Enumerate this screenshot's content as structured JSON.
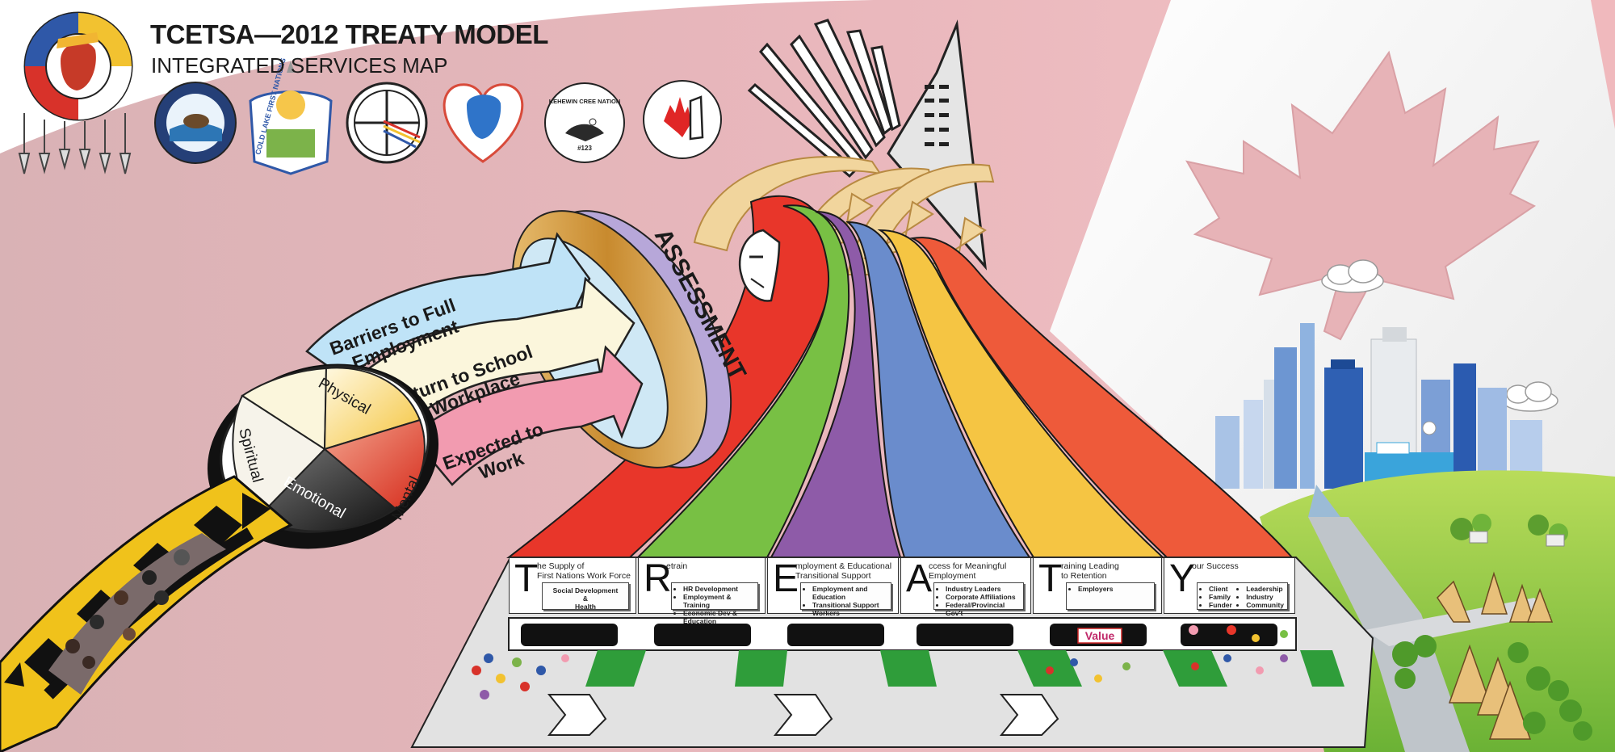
{
  "header": {
    "title": "TCETSA—2012 TREATY MODEL",
    "subtitle": "INTEGRATED SERVICES MAP"
  },
  "logos": {
    "nation_logo_text": "KEHEWIN CREE NATION",
    "nation_logo_number": "#123",
    "cold_lake_text": "COLD LAKE FIRST NATIONS"
  },
  "medicine_wheel": {
    "physical": "Physical",
    "spiritual": "Spiritual",
    "emotional": "Emotional",
    "mental": "Mental"
  },
  "arrows": {
    "barriers": [
      "Barriers to Full",
      "Employment"
    ],
    "return": [
      "Return to School",
      "or Workplace"
    ],
    "expected": [
      "Expected to",
      "Work"
    ]
  },
  "assessment": "ASSESSMENT",
  "treaty": [
    {
      "letter": "T",
      "rest": [
        "he Supply of",
        "First Nations Work Force"
      ],
      "items": [
        "Social Development",
        "&",
        "Health"
      ],
      "style": "center"
    },
    {
      "letter": "R",
      "rest": [
        "etrain"
      ],
      "items": [
        "HR Development",
        "Employment & Training",
        "Economic Dev & Education"
      ],
      "style": "list"
    },
    {
      "letter": "E",
      "rest": [
        "mployment & Educational",
        "Transitional Support"
      ],
      "items": [
        "Employment and Education",
        "Transitional Support Workers"
      ],
      "style": "list"
    },
    {
      "letter": "A",
      "rest": [
        "ccess for Meaningful",
        "Employment"
      ],
      "items": [
        "Industry Leaders",
        "Corporate Affiliations",
        "Federal/Provincial Gov't"
      ],
      "style": "list"
    },
    {
      "letter": "T",
      "rest": [
        "raining Leading",
        "to Retention"
      ],
      "items": [
        "Employers"
      ],
      "style": "list"
    },
    {
      "letter": "Y",
      "rest": [
        "our Success"
      ],
      "items": [
        "Client",
        "Family",
        "Funder",
        "Leadership",
        "Industry",
        "Community"
      ],
      "style": "cols"
    }
  ],
  "banner_value": "Value",
  "colors": {
    "red": "#e8362a",
    "green": "#78c044",
    "purple": "#8e5ba8",
    "blue": "#6a8ccc",
    "yellow": "#f5c543",
    "orange": "#ee5a3a",
    "gold": "#d9a441",
    "lavender": "#b7a7d9",
    "light_blue": "#bfe3f7",
    "cream": "#fbf6dc",
    "pink": "#f29bb0"
  }
}
